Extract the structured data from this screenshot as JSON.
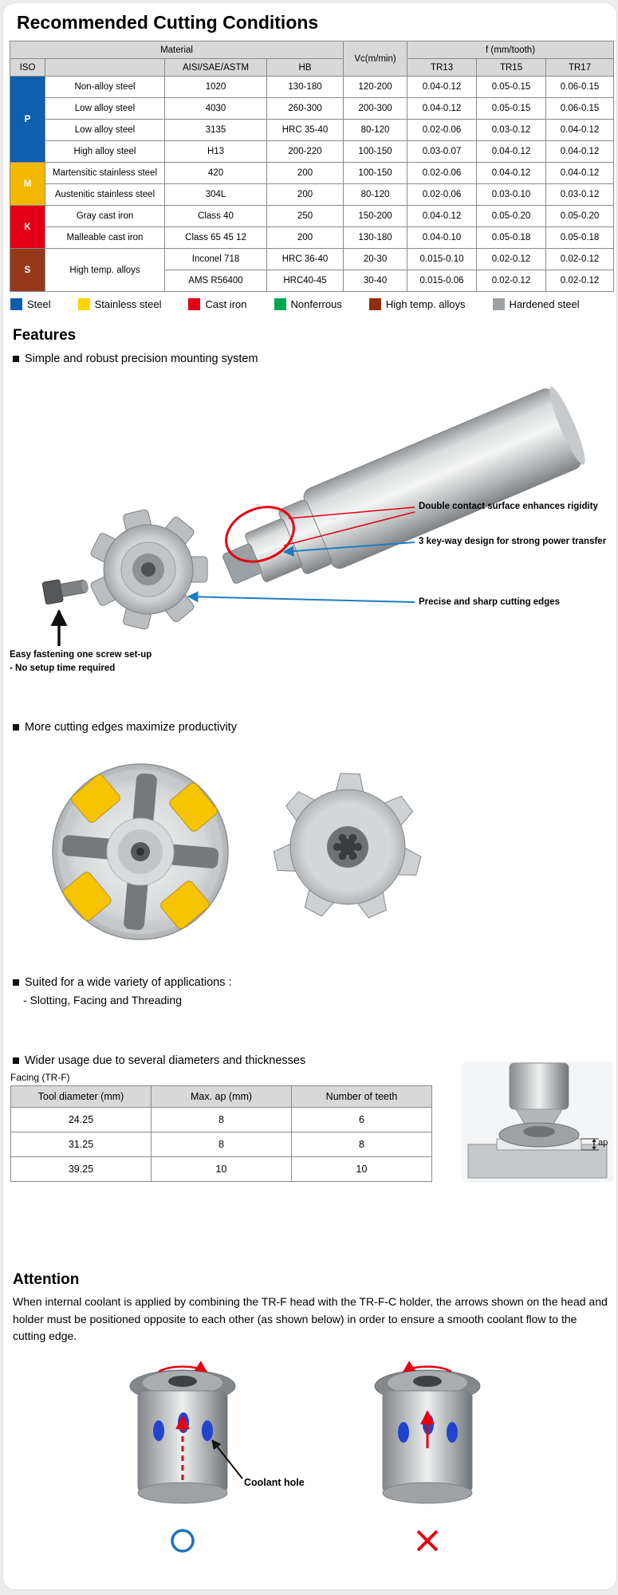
{
  "title": "Recommended Cutting Conditions",
  "cutting_table": {
    "material_header": "Material",
    "iso_header": "ISO",
    "col_headers": {
      "aisi": "AISI/SAE/ASTM",
      "hb": "HB",
      "vc": "Vc(m/min)",
      "f": "f (mm/tooth)",
      "tr13": "TR13",
      "tr15": "TR15",
      "tr17": "TR17"
    },
    "groups": [
      {
        "iso": "P",
        "color": "#0e5fae",
        "rows": [
          {
            "material": "Non-alloy steel",
            "aisi": "1020",
            "hb": "130-180",
            "vc": "120-200",
            "tr13": "0.04-0.12",
            "tr15": "0.05-0.15",
            "tr17": "0.06-0.15"
          },
          {
            "material": "Low alloy steel",
            "aisi": "4030",
            "hb": "260-300",
            "vc": "200-300",
            "tr13": "0.04-0.12",
            "tr15": "0.05-0.15",
            "tr17": "0.06-0.15"
          },
          {
            "material": "Low alloy steel",
            "aisi": "3135",
            "hb": "HRC 35-40",
            "vc": "80-120",
            "tr13": "0.02-0.06",
            "tr15": "0.03-0.12",
            "tr17": "0.04-0.12"
          },
          {
            "material": "High alloy steel",
            "aisi": "H13",
            "hb": "200-220",
            "vc": "100-150",
            "tr13": "0.03-0.07",
            "tr15": "0.04-0.12",
            "tr17": "0.04-0.12"
          }
        ]
      },
      {
        "iso": "M",
        "color": "#f5b800",
        "rows": [
          {
            "material": "Martensitic stainless steel",
            "aisi": "420",
            "hb": "200",
            "vc": "100-150",
            "tr13": "0.02-0.06",
            "tr15": "0.04-0.12",
            "tr17": "0.04-0.12"
          },
          {
            "material": "Austenitic stainless steel",
            "aisi": "304L",
            "hb": "200",
            "vc": "80-120",
            "tr13": "0.02-0.06",
            "tr15": "0.03-0.10",
            "tr17": "0.03-0.12"
          }
        ]
      },
      {
        "iso": "K",
        "color": "#e30016",
        "rows": [
          {
            "material": "Gray cast iron",
            "aisi": "Class 40",
            "hb": "250",
            "vc": "150-200",
            "tr13": "0.04-0.12",
            "tr15": "0.05-0.20",
            "tr17": "0.05-0.20"
          },
          {
            "material": "Malleable cast iron",
            "aisi": "Class 65 45 12",
            "hb": "200",
            "vc": "130-180",
            "tr13": "0.04-0.10",
            "tr15": "0.05-0.18",
            "tr17": "0.05-0.18"
          }
        ]
      },
      {
        "iso": "S",
        "color": "#96391a",
        "material_label": "High temp. alloys",
        "rows": [
          {
            "aisi": "Inconel 718",
            "hb": "HRC 36-40",
            "vc": "20-30",
            "tr13": "0.015-0.10",
            "tr15": "0.02-0.12",
            "tr17": "0.02-0.12"
          },
          {
            "aisi": "AMS R56400",
            "hb": "HRC40-45",
            "vc": "30-40",
            "tr13": "0.015-0.06",
            "tr15": "0.02-0.12",
            "tr17": "0.02-0.12"
          }
        ]
      }
    ]
  },
  "legend": {
    "items": [
      {
        "label": "Steel",
        "color": "#0e5fae"
      },
      {
        "label": "Stainless steel",
        "color": "#ffd400"
      },
      {
        "label": "Cast iron",
        "color": "#e30016"
      },
      {
        "label": "Nonferrous",
        "color": "#00a54f"
      },
      {
        "label": "High temp. alloys",
        "color": "#8f2e0c"
      },
      {
        "label": "Hardened steel",
        "color": "#9da1a4"
      }
    ]
  },
  "features": {
    "heading": "Features",
    "bullet1": "Simple and robust precision mounting system",
    "bullet2": "More cutting edges maximize productivity",
    "bullet3": "Suited for a wide variety of applications :",
    "bullet3_sub": "- Slotting, Facing and Threading",
    "bullet4": "Wider usage due to several diameters and thicknesses",
    "callouts": {
      "double_contact": "Double contact surface enhances rigidity",
      "keyway": "3 key-way design for strong power transfer",
      "cutting_edges": "Precise and sharp cutting edges",
      "easy_fastening_line1": "Easy fastening one screw set-up",
      "easy_fastening_line2": "- No setup time required"
    }
  },
  "facing": {
    "caption": "Facing (TR-F)",
    "headers": [
      "Tool diameter (mm)",
      "Max. ap (mm)",
      "Number of teeth"
    ],
    "rows": [
      [
        "24.25",
        "8",
        "6"
      ],
      [
        "31.25",
        "8",
        "8"
      ],
      [
        "39.25",
        "10",
        "10"
      ]
    ],
    "ap_label": "ap"
  },
  "attention": {
    "heading": "Attention",
    "body": "When internal coolant is applied by combining the TR-F head with the TR-F-C holder, the arrows shown on the head and holder must be positioned opposite to each other (as shown below) in order to ensure a smooth coolant flow to the cutting edge.",
    "coolant_hole_label": "Coolant hole"
  }
}
